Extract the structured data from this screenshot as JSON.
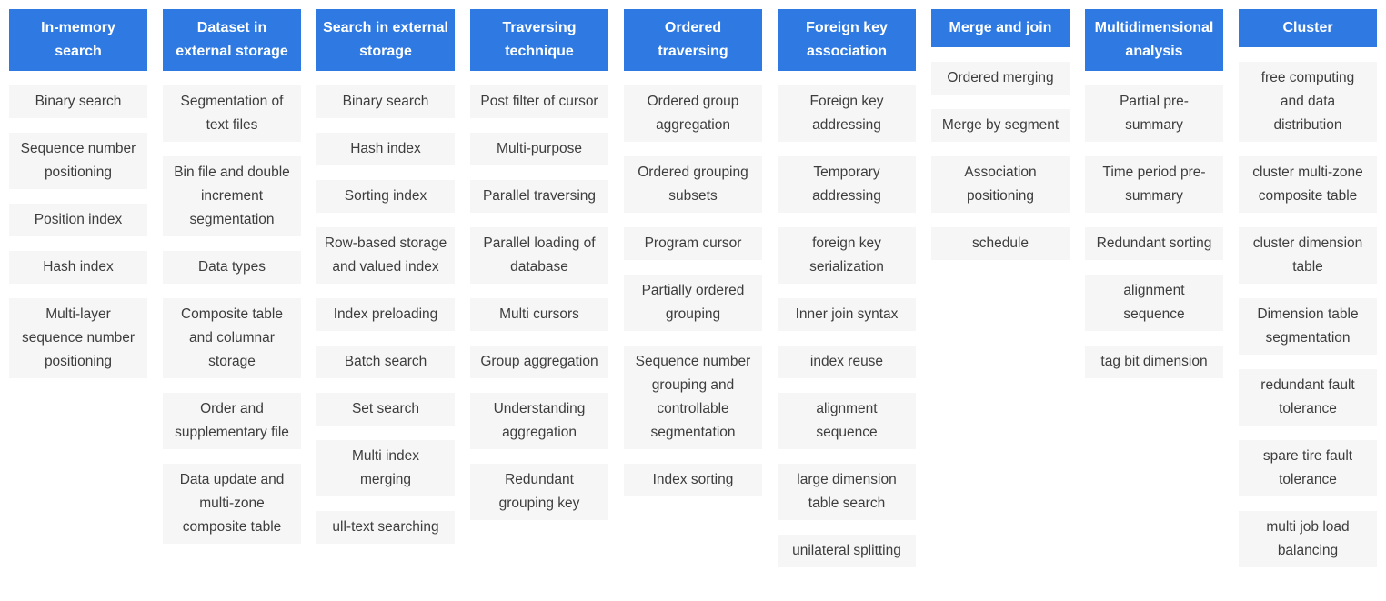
{
  "colors": {
    "accent": "#2e7ae2",
    "tile_bg": "#f6f6f6",
    "tile_text": "#3d3d3d",
    "header_text": "#ffffff"
  },
  "board": {
    "columns": [
      {
        "header": "In-memory\nsearch",
        "items": [
          "Binary search",
          "Sequence number\npositioning",
          "Position index",
          "Hash index",
          "Multi-layer\nsequence number\npositioning"
        ]
      },
      {
        "header": "Dataset in\nexternal storage",
        "items": [
          "Segmentation of\ntext files",
          "Bin file and double\nincrement\nsegmentation",
          "Data types",
          "Composite table\nand columnar\nstorage",
          "Order and\nsupplementary file",
          "Data update and\nmulti-zone\ncomposite table"
        ]
      },
      {
        "header": "Search in external\nstorage",
        "items": [
          "Binary search",
          "Hash index",
          "Sorting index",
          "Row-based storage\nand valued index",
          "Index preloading",
          "Batch search",
          "Set search",
          "Multi index\nmerging",
          "ull-text searching"
        ]
      },
      {
        "header": "Traversing\ntechnique",
        "items": [
          "Post filter of cursor",
          "Multi-purpose",
          "Parallel traversing",
          "Parallel loading of\ndatabase",
          "Multi cursors",
          "Group aggregation",
          "Understanding\naggregation",
          "Redundant\ngrouping key"
        ]
      },
      {
        "header": "Ordered\ntraversing",
        "items": [
          "Ordered group\naggregation",
          "Ordered grouping\nsubsets",
          "Program cursor",
          "Partially ordered\ngrouping",
          "Sequence number\ngrouping and\ncontrollable\nsegmentation",
          "Index sorting"
        ]
      },
      {
        "header": "Foreign key\nassociation",
        "items": [
          "Foreign key\naddressing",
          "Temporary\naddressing",
          "foreign key\nserialization",
          "Inner join syntax",
          "index reuse",
          "alignment\nsequence",
          "large dimension\ntable search",
          "unilateral splitting"
        ]
      },
      {
        "header": "Merge and join",
        "items": [
          "Ordered merging",
          "Merge by segment",
          "Association\npositioning",
          "schedule"
        ]
      },
      {
        "header": "Multidimensional\nanalysis",
        "items": [
          "Partial pre-\nsummary",
          "Time period pre-\nsummary",
          "Redundant sorting",
          "alignment\nsequence",
          "tag bit dimension"
        ]
      },
      {
        "header": "Cluster",
        "items": [
          "free computing\nand data\ndistribution",
          "cluster multi-zone\ncomposite table",
          "cluster dimension\ntable",
          "Dimension table\nsegmentation",
          "redundant fault\ntolerance",
          "spare tire fault\ntolerance",
          "multi job load\nbalancing"
        ]
      }
    ]
  }
}
